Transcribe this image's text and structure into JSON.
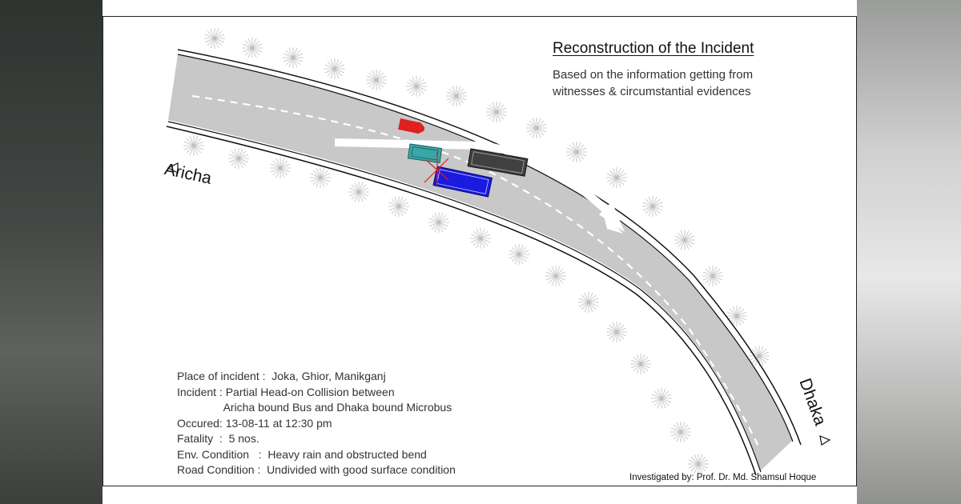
{
  "diagram": {
    "title": "Reconstruction of the Incident",
    "subtitle": "Based on the information getting from witnesses & circumstantial evidences",
    "places": {
      "west": "Aricha",
      "east": "Dhaka"
    },
    "details": [
      "Place of incident :  Joka, Ghior, Manikganj",
      "Incident : Partial Head-on Collision between",
      "               Aricha bound Bus and Dhaka bound Microbus",
      "Occured: 13-08-11 at 12:30 pm",
      "Fatality  :  5 nos.",
      "Env. Condition   :  Heavy rain and obstructed bend",
      "Road Condition :  Undivided with good surface condition"
    ],
    "credit": "Investigated by:  Prof. Dr. Md. Shamsul Hoque",
    "colors": {
      "road": "#c8c8c8",
      "red_vehicle": "#e02020",
      "teal_vehicle": "#3aa6a6",
      "black_vehicle": "#404040",
      "blue_vehicle": "#1a1ae0",
      "arrow": "#ffffff"
    }
  }
}
